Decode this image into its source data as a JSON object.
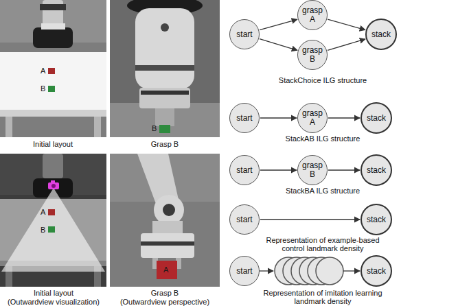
{
  "diagram": {
    "nodes": [
      {
        "text": [
          "start"
        ]
      },
      {
        "text": [
          "grasp A"
        ]
      },
      {
        "text": [
          "grasp B"
        ]
      },
      {
        "text": [
          "stack"
        ]
      },
      {
        "text": [
          "start"
        ]
      },
      {
        "text": [
          "grasp A"
        ]
      },
      {
        "text": [
          "stack"
        ]
      },
      {
        "text": [
          "start"
        ]
      },
      {
        "text": [
          "grasp B"
        ]
      },
      {
        "text": [
          "stack"
        ]
      },
      {
        "text": [
          "start"
        ]
      },
      {
        "text": [
          "stack"
        ]
      },
      {
        "text": [
          "start"
        ]
      },
      {
        "text": [
          "stack"
        ]
      }
    ],
    "edges": [
      {
        "from": 0,
        "to": 1,
        "arrow": "to"
      },
      {
        "from": 0,
        "to": 2,
        "arrow": "to"
      },
      {
        "from": 1,
        "to": 3,
        "arrow": "to"
      },
      {
        "from": 2,
        "to": 3,
        "arrow": "to"
      },
      {
        "from": 4,
        "to": 5,
        "arrow": "to"
      },
      {
        "from": 5,
        "to": 6,
        "arrow": "to"
      },
      {
        "from": 7,
        "to": 8,
        "arrow": "to"
      },
      {
        "from": 8,
        "to": 9,
        "arrow": "to"
      },
      {
        "from": 10,
        "to": 11,
        "arrow": "to"
      }
    ],
    "labels": [
      "A",
      "B",
      "Initial layout",
      "B",
      "Grasp B",
      "A",
      "B",
      "Initial layout",
      "(Outwardview visualization)",
      "A",
      "Grasp B",
      "(Outwardview perspective)",
      "StackChoice ILG structure",
      "StackAB ILG structure",
      "StackBA ILG structure",
      "Representation of example-based control landmark density",
      "Representation of imitation learning landmark density"
    ]
  }
}
